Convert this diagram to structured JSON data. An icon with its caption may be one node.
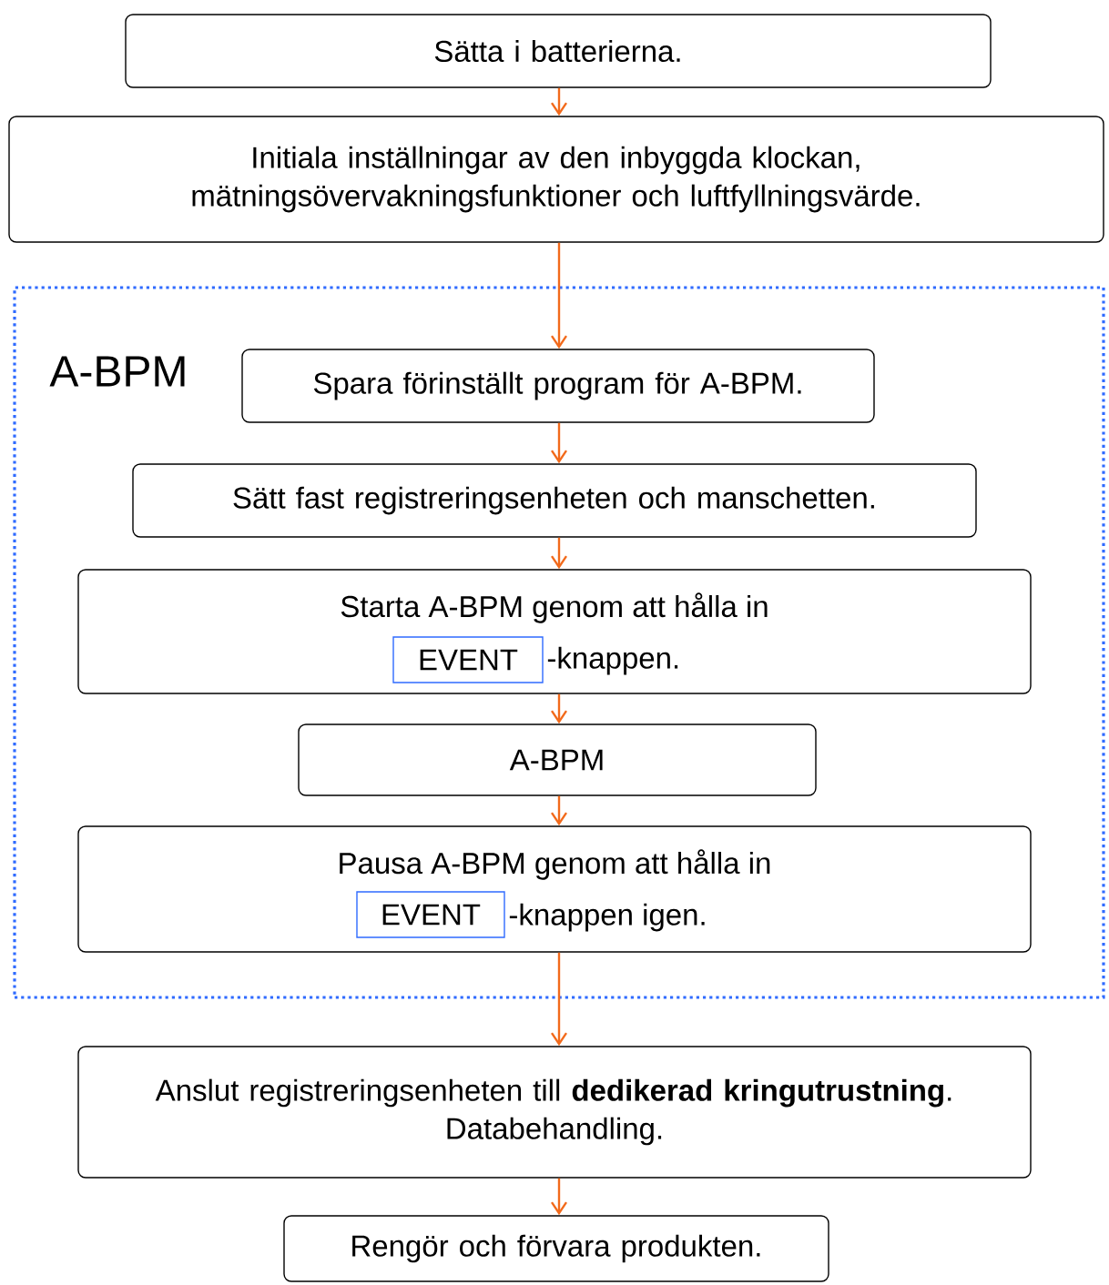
{
  "diagram": {
    "nodes": [
      {
        "text": [
          "Sätta i batterierna."
        ]
      },
      {
        "text": [
          "Initiala inställningar av den inbyggda klockan, mätningsövervakningsfunktioner och luftfyllningsvärde."
        ]
      },
      {
        "text": [
          "A-BPM"
        ]
      },
      {
        "text": [
          "Spara förinställt program för A-BPM."
        ],
        "in": 2
      },
      {
        "text": [
          "Sätt fast registreringsenheten och manschetten."
        ],
        "in": 2
      },
      {
        "text": [
          "Starta A-BPM genom att hålla in",
          "-knappen."
        ],
        "in": 2
      },
      {
        "text": [
          "EVENT"
        ],
        "in": 5
      },
      {
        "text": [
          "A-BPM"
        ],
        "in": 2
      },
      {
        "text": [
          "Pausa A-BPM genom att hålla in",
          "-knappen igen."
        ],
        "in": 2
      },
      {
        "text": [
          "EVENT"
        ],
        "in": 8
      },
      {
        "text": [
          "Anslut registreringsenheten till **dedikerad kringutrustning**.",
          "Databehandling."
        ]
      },
      {
        "text": [
          "Rengör och förvara produkten."
        ]
      }
    ],
    "edges": [
      {
        "from": 0,
        "to": 1,
        "arrow": "to"
      },
      {
        "from": 1,
        "to": 3,
        "arrow": "to"
      },
      {
        "from": 3,
        "to": 4,
        "arrow": "to"
      },
      {
        "from": 4,
        "to": 5,
        "arrow": "to"
      },
      {
        "from": 5,
        "to": 7,
        "arrow": "to"
      },
      {
        "from": 7,
        "to": 8,
        "arrow": "to"
      },
      {
        "from": 8,
        "to": 10,
        "arrow": "to"
      },
      {
        "from": 10,
        "to": 11,
        "arrow": "to"
      }
    ]
  }
}
